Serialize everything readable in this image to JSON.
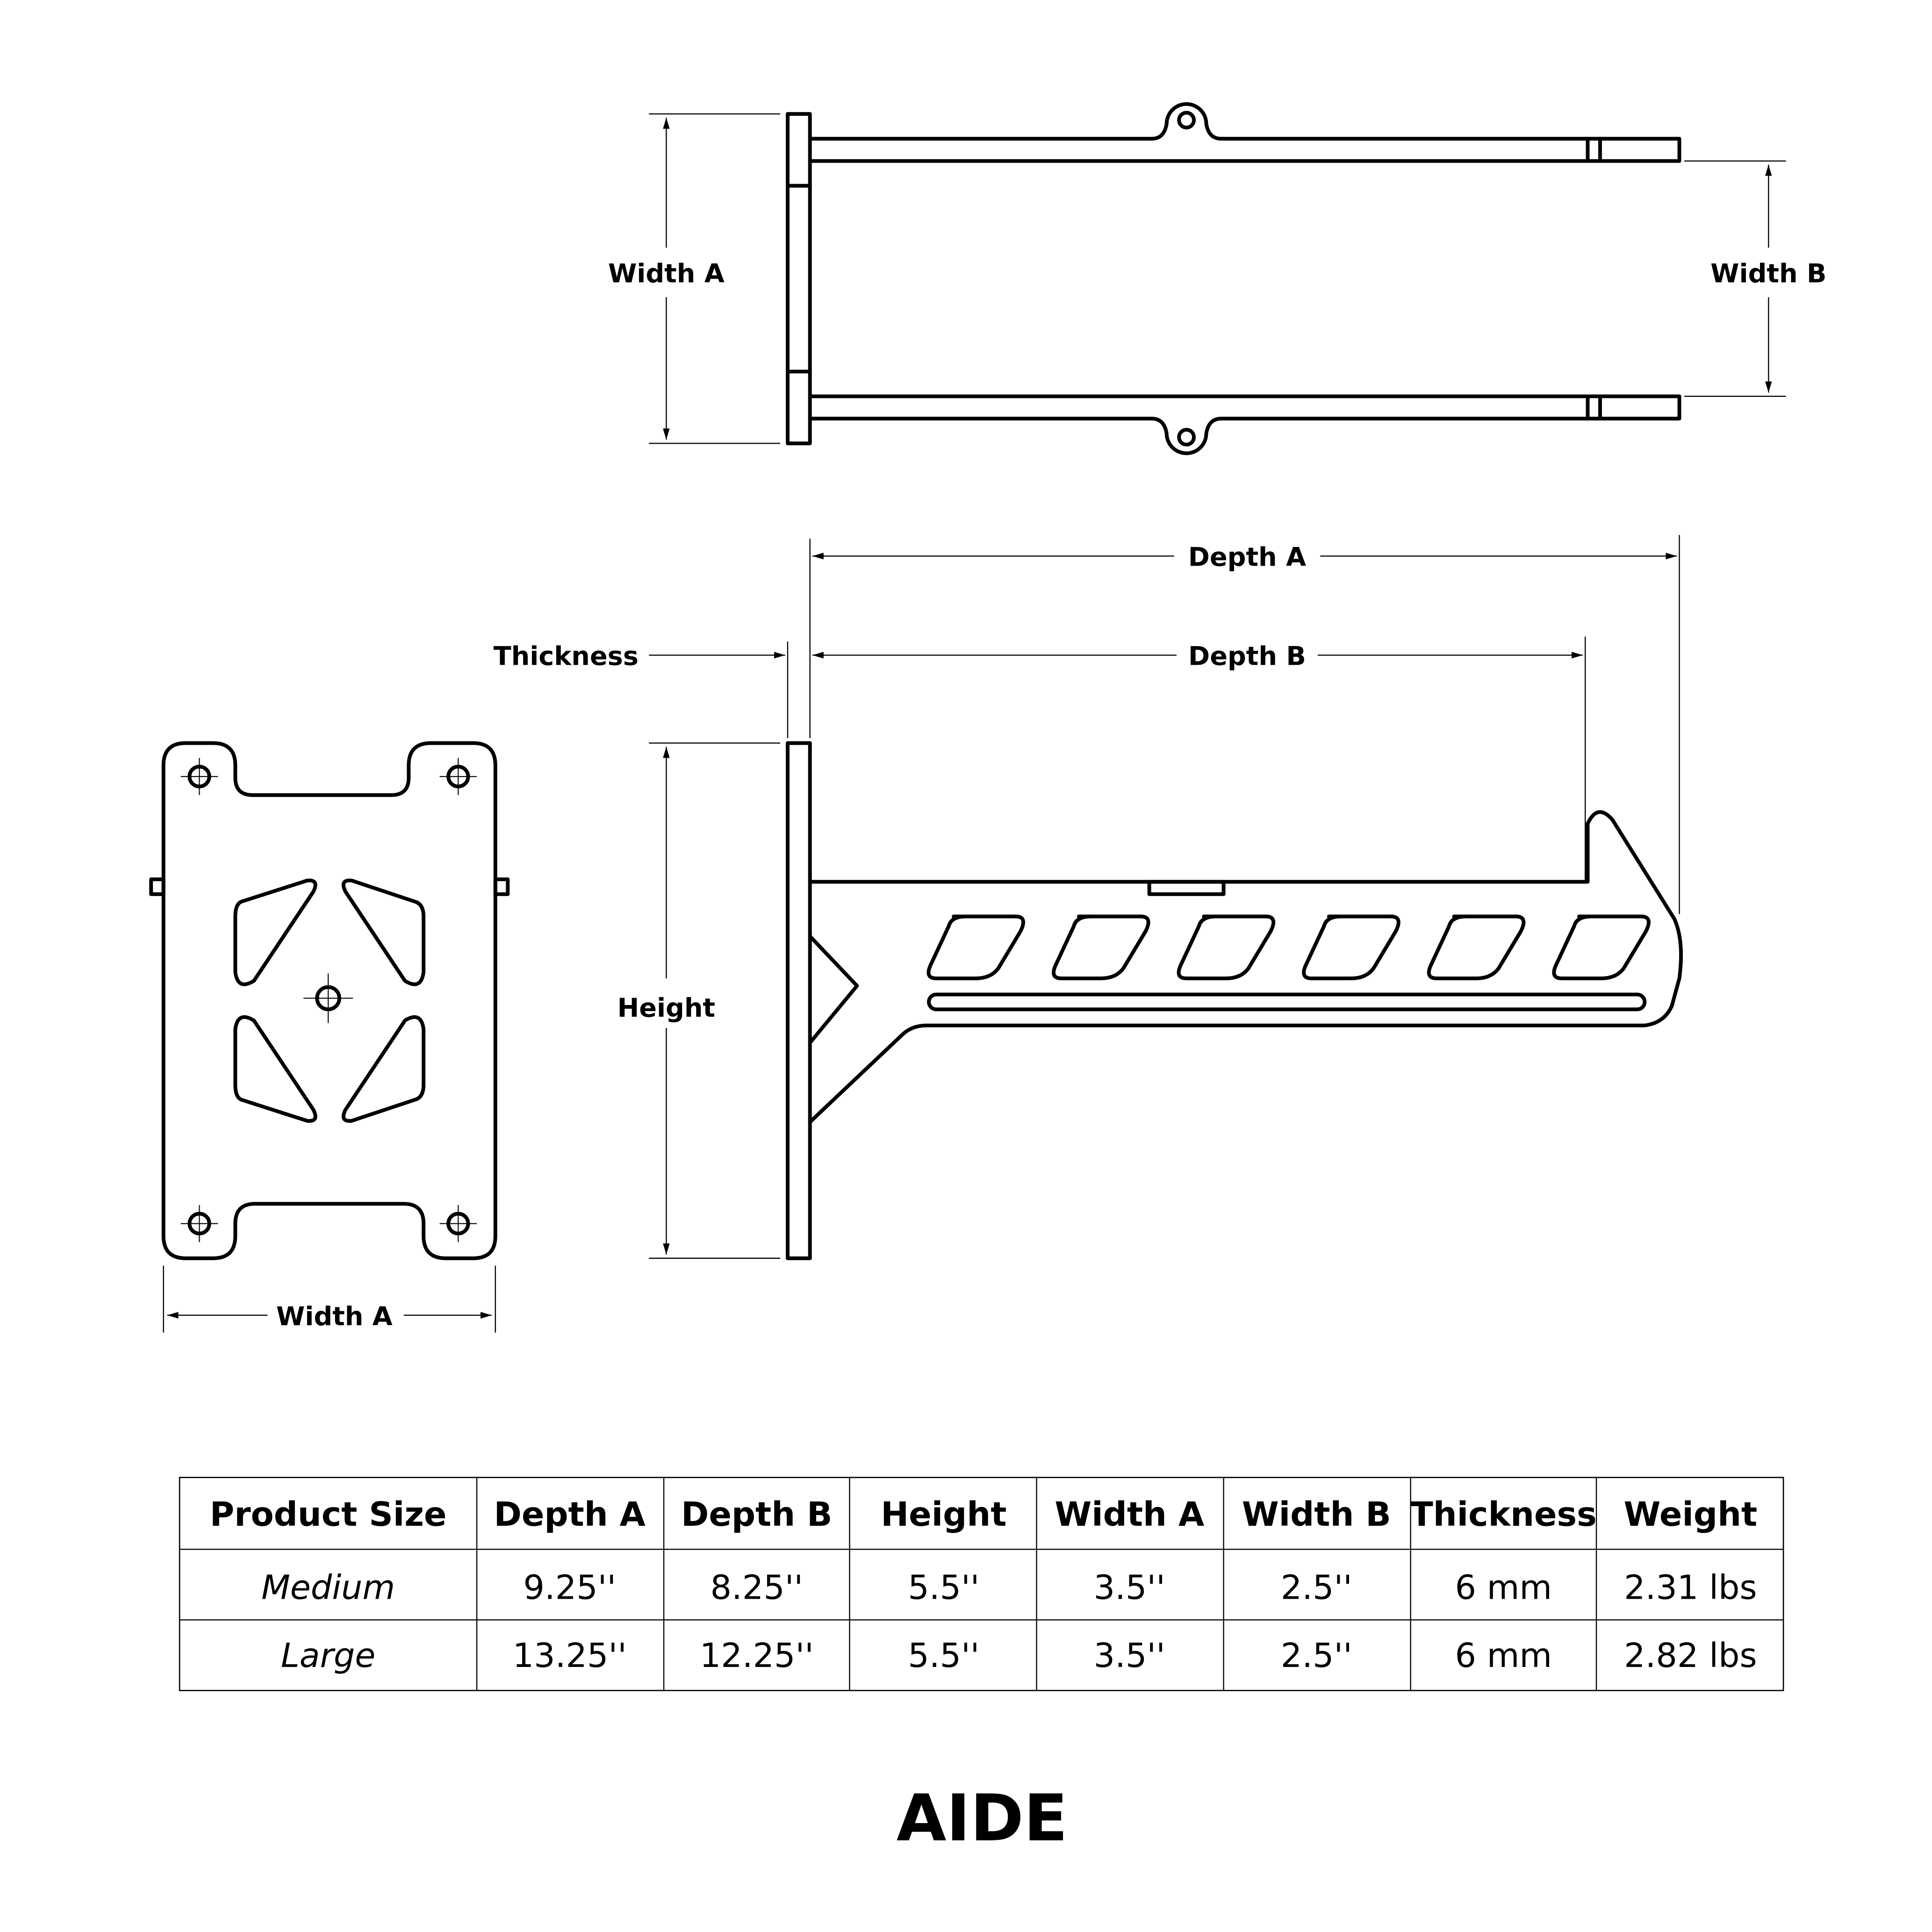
{
  "top_view": {
    "width_a_label": "Width A",
    "width_b_label": "Width B"
  },
  "side_view": {
    "depth_a_label": "Depth A",
    "depth_b_label": "Depth B",
    "thickness_label": "Thickness",
    "height_label": "Height"
  },
  "front_view": {
    "width_a_label": "Width A"
  },
  "table": {
    "headers": [
      "Product Size",
      "Depth A",
      "Depth B",
      "Height",
      "Width A",
      "Width B",
      "Thickness",
      "Weight"
    ],
    "rows": [
      [
        "Medium",
        "9.25''",
        "8.25''",
        "5.5''",
        "3.5''",
        "2.5''",
        "6 mm",
        "2.31 lbs"
      ],
      [
        "Large",
        "13.25''",
        "12.25''",
        "5.5''",
        "3.5''",
        "2.5''",
        "6 mm",
        "2.82 lbs"
      ]
    ]
  },
  "title": "AIDE"
}
